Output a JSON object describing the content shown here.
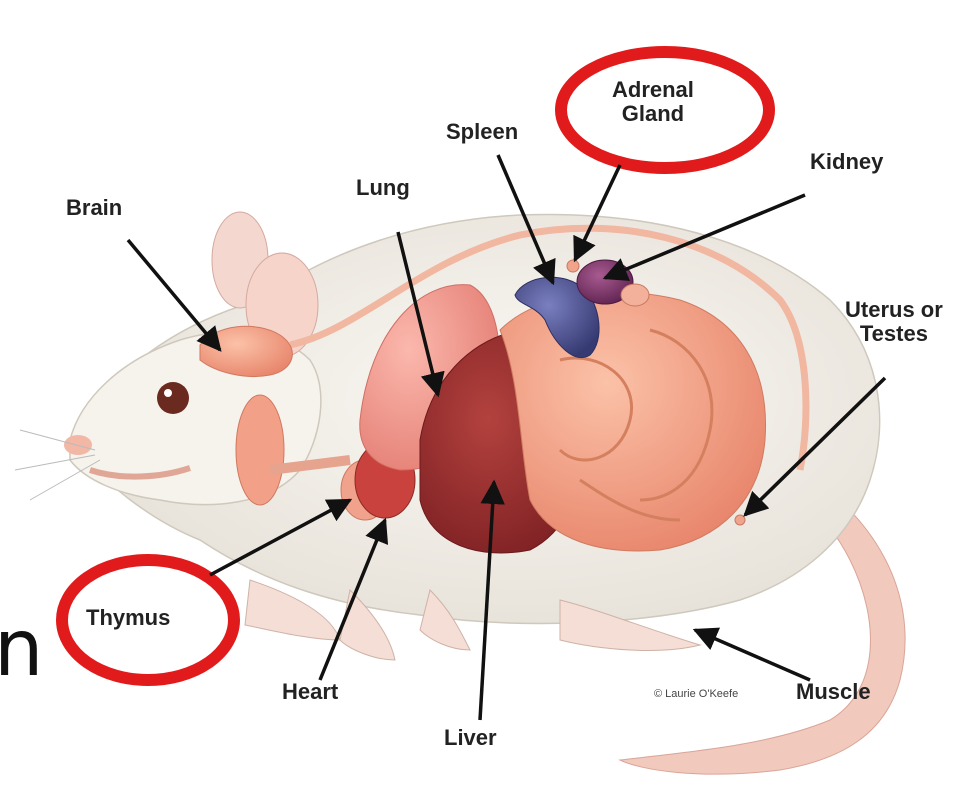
{
  "labels": {
    "adrenal": "Adrenal\nGland",
    "spleen": "Spleen",
    "kidney": "Kidney",
    "lung": "Lung",
    "brain": "Brain",
    "uterus": "Uterus or\nTestes",
    "thymus": "Thymus",
    "heart": "Heart",
    "liver": "Liver",
    "muscle": "Muscle"
  },
  "credit": "© Laurie O'Keefe",
  "partial_text": "n",
  "highlighted": [
    "adrenal",
    "thymus"
  ],
  "colors": {
    "highlight_ring": "#e11b1b",
    "arrow": "#111111",
    "spleen": "#4a4f8f",
    "kidney": "#7a3568",
    "liver": "#8e2a2a",
    "lung": "#f08d84",
    "organ_pink": "#f2a38c",
    "body_fur": "#f3efe8",
    "tail": "#f2c9bd"
  }
}
